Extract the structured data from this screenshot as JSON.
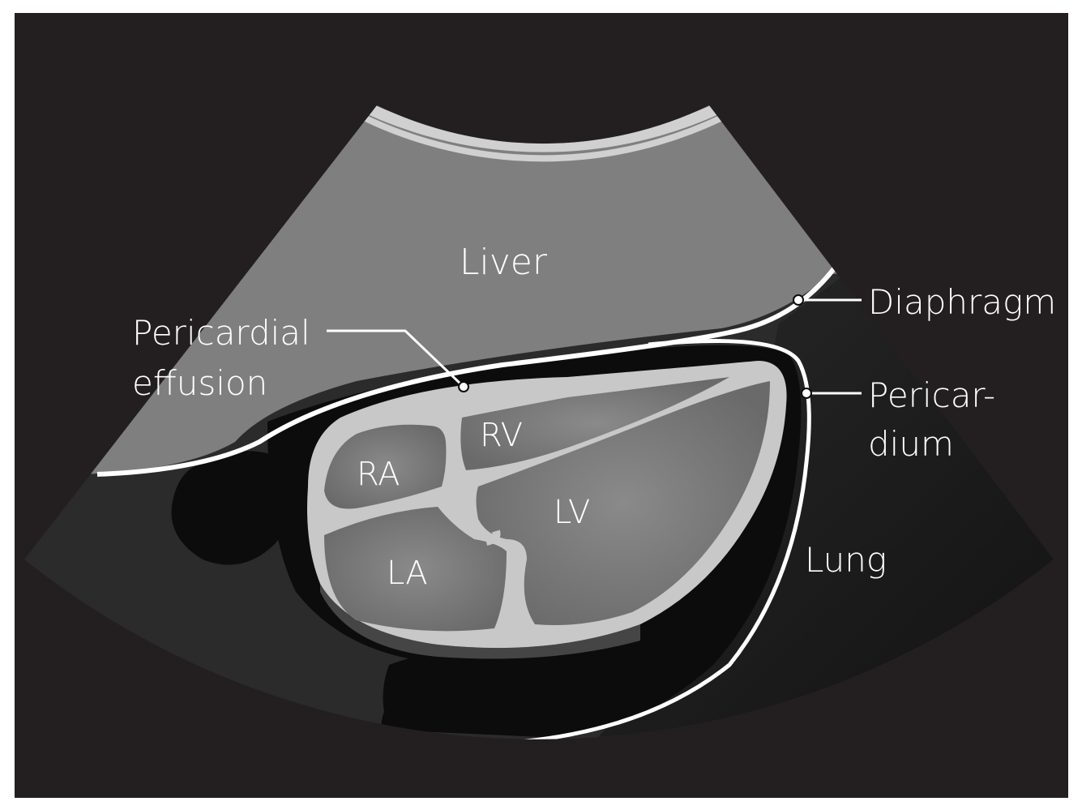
{
  "labels": {
    "liver": "Liver",
    "pericardial_effusion_line1": "Pericardial",
    "pericardial_effusion_line2": "effusion",
    "diaphragm": "Diaphragm",
    "pericardium_line1": "Pericar-",
    "pericardium_line2": "dium",
    "lung": "Lung",
    "ra": "RA",
    "rv": "RV",
    "la": "LA",
    "lv": "LV"
  },
  "colors": {
    "background": "#231f20",
    "liver": "#7f7f7f",
    "sector_dark": "#2b2b2b",
    "effusion": "#0c0c0c",
    "heart_wall": "#c8c8c8",
    "chamber": "#7a7a7a",
    "lung": "#1c1c1c",
    "line": "#ffffff"
  }
}
